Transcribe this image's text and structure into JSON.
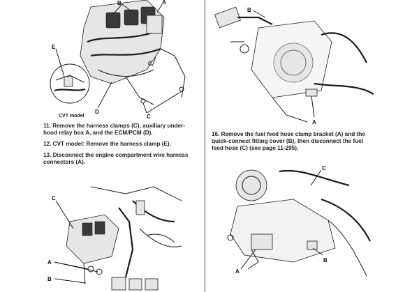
{
  "left_column": {
    "figure_top": {
      "labels": {
        "a": "A",
        "b": "B",
        "c": "C",
        "d": "D",
        "e": "E"
      },
      "inset_caption": "CVT model"
    },
    "steps": [
      {
        "number": "11.",
        "text": "Remove the harness clamps (C), auxiliary under-hood relay box A, and the ECM/PCM (D)."
      },
      {
        "number": "12.",
        "text": "CVT model: Remove the harness clamp (E)."
      },
      {
        "number": "13.",
        "text": "Disconnect the engine compartment wire harness connectors (A)."
      }
    ],
    "figure_bottom": {
      "labels": {
        "a": "A",
        "b": "B",
        "c": "C"
      }
    }
  },
  "right_column": {
    "figure_top": {
      "labels": {
        "a": "A",
        "b": "B"
      }
    },
    "steps": [
      {
        "number": "16.",
        "text": "Remove the fuel feed hose clamp bracket (A) and the quick-connect fitting cover (B), then disconnect the fuel feed hose (C) (see page 11-295)."
      }
    ],
    "figure_bottom": {
      "labels": {
        "a": "A",
        "b": "B",
        "c": "C"
      }
    }
  }
}
